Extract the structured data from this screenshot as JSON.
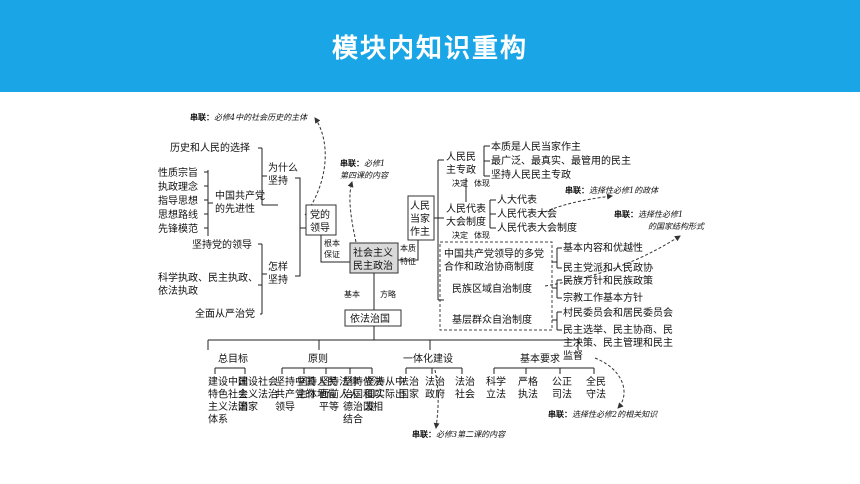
{
  "title": "模块内知识重构",
  "refs": {
    "r1": {
      "label": "串联：",
      "text": "必修4中的社会历史的主体"
    },
    "r2": {
      "label": "串联：",
      "line1": "必修1",
      "line2": "第四课的内容"
    },
    "r3": {
      "label": "串联：",
      "text": "选择性必修1的政体"
    },
    "r4": {
      "label": "串联：",
      "line1": "选择性必修1",
      "line2": "的国家结构形式"
    },
    "r5": {
      "label": "串联：",
      "text": "选择性必修2的相关知识"
    },
    "r6": {
      "label": "串联：",
      "text": "必修3第二课的内容"
    }
  },
  "left": {
    "why_items": [
      "历史和人民的选择",
      "性质宗旨",
      "执政理念",
      "指导思想",
      "思想路线",
      "先锋模范"
    ],
    "advanced": [
      "中国共产党",
      "的先进性"
    ],
    "why_keep": [
      "为什么",
      "坚持"
    ],
    "how_items": [
      "坚持党的领导",
      "科学执政、民主执政、",
      "依法执政",
      "全面从严治党"
    ],
    "how_keep": [
      "怎样",
      "坚持"
    ]
  },
  "center": {
    "party": [
      "党的",
      "领导"
    ],
    "fundamental": [
      "根本",
      "保证"
    ],
    "socialist": [
      "社会主义",
      "民主政治"
    ],
    "basic": "基本",
    "strategy": "方略",
    "rule_of_law": "依法治国",
    "essence": [
      "本质",
      "特征"
    ],
    "people_master": [
      "人民",
      "当家",
      "作主"
    ]
  },
  "right": {
    "dictatorship": [
      "人民民",
      "主专政"
    ],
    "dict_items": [
      "本质是人民当家作主",
      "最广泛、最真实、最管用的民主",
      "坚持人民民主专政"
    ],
    "decide": "决定",
    "embody": "体现",
    "congress": [
      "人民代表",
      "大会制度"
    ],
    "congress_items": [
      "人大代表",
      "人民代表大会",
      "人民代表大会制度"
    ],
    "systems": [
      "中国共产党领导的多党",
      "合作和政治协商制度",
      "民族区域自治制度",
      "基层群众自治制度"
    ],
    "system_items": [
      "基本内容和优越性",
      "民主党派和人民政协",
      "民族方针和民族政策",
      "宗教工作基本方针",
      "村民委员会和居民委员会",
      "民主选举、民主协商、民",
      "主决策、民主管理和民主",
      "监督"
    ]
  },
  "bottom": {
    "goal": "总目标",
    "goal_cols": [
      "建设中国特色社会主义法治体系",
      "建设社会主义法治国家"
    ],
    "principle": "原则",
    "principle_cols": [
      "坚持中国共产党的领导",
      "坚持人民主体地位",
      "坚持法律面前人人平等",
      "坚持依法治国和以德治国相结合",
      "坚持从中国实际出发"
    ],
    "integration": "一体化建设",
    "integration_cols": [
      "法治国家",
      "法治政府",
      "法治社会"
    ],
    "requirement": "基本要求",
    "requirement_cols": [
      "科学立法",
      "严格执法",
      "公正司法",
      "全民守法"
    ]
  }
}
